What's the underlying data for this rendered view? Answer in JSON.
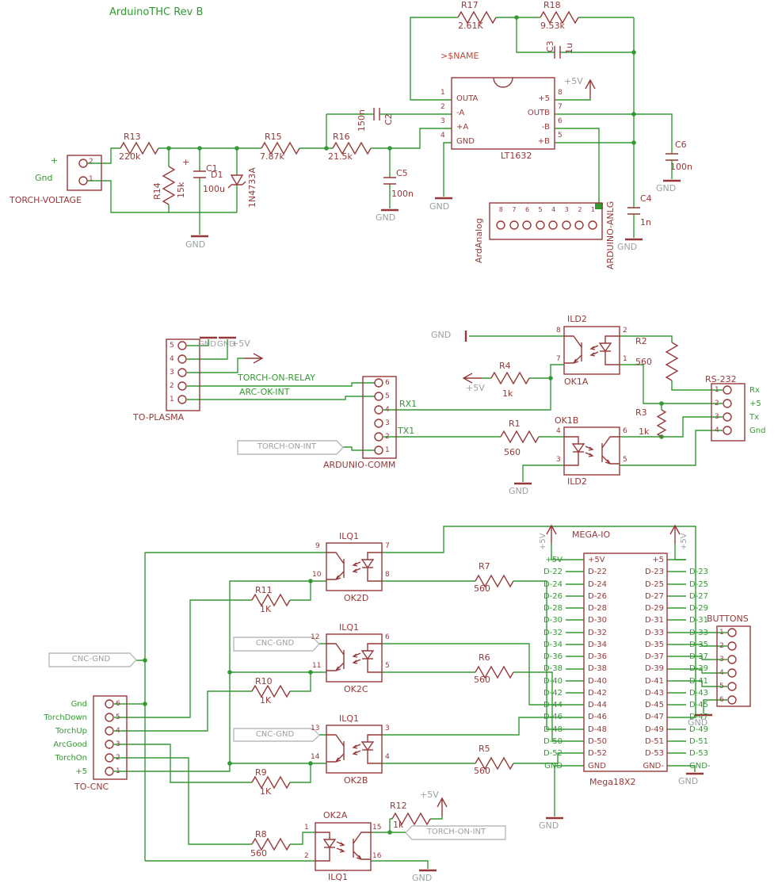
{
  "colors": {
    "green": "#339933",
    "red": "#973838",
    "tagred": "#c04737",
    "gray": "#9aa0a0",
    "flagb": "#b8bcbc"
  },
  "title": "ArduinoTHC Rev B",
  "labels": {
    "gnd": "GND",
    "plus5v": "+5V"
  },
  "top": {
    "r13": {
      "name": "R13",
      "value": "220k"
    },
    "r14": {
      "name": "R14",
      "value": "15k"
    },
    "r15": {
      "name": "R15",
      "value": "7.87k"
    },
    "r16": {
      "name": "R16",
      "value": "21.5k"
    },
    "r17": {
      "name": "R17",
      "value": "2.61K"
    },
    "r18": {
      "name": "R18",
      "value": "9.53k"
    },
    "c1": {
      "name": "C1",
      "value": "100u",
      "plus": "+"
    },
    "c2": {
      "name": "C2",
      "value": "150n"
    },
    "c3": {
      "name": "C3",
      "value": "1u"
    },
    "c4": {
      "name": "C4",
      "value": "1n"
    },
    "c5": {
      "name": "C5",
      "value": "100n"
    },
    "c6": {
      "name": "C6",
      "value": "100n"
    },
    "d1": {
      "name": "D1",
      "value": "1N4733A"
    },
    "opamp": {
      "tag": ">$NAME",
      "part": "LT1632",
      "left_pins": [
        {
          "n": "1",
          "l": "OUTA"
        },
        {
          "n": "2",
          "l": "-A"
        },
        {
          "n": "3",
          "l": "+A"
        },
        {
          "n": "4",
          "l": "GND"
        }
      ],
      "right_pins": [
        {
          "n": "8",
          "l": "+5"
        },
        {
          "n": "7",
          "l": "OUTB"
        },
        {
          "n": "6",
          "l": "-B"
        },
        {
          "n": "5",
          "l": "+B"
        }
      ]
    },
    "torch_voltage": {
      "name": "TORCH-VOLTAGE",
      "net_plus": "+",
      "net_gnd": "Gnd",
      "pins": [
        "2",
        "1"
      ]
    },
    "ard_analog": {
      "name": "ARDUINO-ANLG",
      "value": "ArdAnalog",
      "pins": [
        "8",
        "7",
        "6",
        "5",
        "4",
        "3",
        "2",
        "1"
      ]
    }
  },
  "middle": {
    "to_plasma": {
      "name": "TO-PLASMA",
      "pins": [
        "5",
        "4",
        "3",
        "2",
        "1"
      ]
    },
    "ard_comm": {
      "name": "ARDUNIO-COMM",
      "pins": [
        "6",
        "5",
        "4",
        "3",
        "2",
        "1"
      ]
    },
    "rs232": {
      "name": "RS-232",
      "pins": [
        "1",
        "2",
        "3",
        "4"
      ],
      "nets": [
        "Rx",
        "+5",
        "Tx",
        "Gnd"
      ]
    },
    "ok1a": {
      "part": "ILD2",
      "name": "OK1A",
      "pin_tl": "8",
      "pin_bl": "7",
      "pin_tr": "2",
      "pin_br": "1"
    },
    "ok1b": {
      "part": "ILD2",
      "name": "OK1B",
      "pin_tl": "4",
      "pin_bl": "3",
      "pin_tr": "6",
      "pin_br": "5"
    },
    "r1": {
      "name": "R1",
      "value": "560"
    },
    "r2": {
      "name": "R2",
      "value": "560"
    },
    "r3": {
      "name": "R3",
      "value": "1k"
    },
    "r4": {
      "name": "R4",
      "value": "1k"
    },
    "net_relay": "TORCH-ON-RELAY",
    "net_arc": "ARC-OK-INT",
    "flag_toi": "TORCH-ON-INT",
    "net_rx": "RX1",
    "net_tx": "TX1"
  },
  "bottom": {
    "to_cnc": {
      "name": "TO-CNC",
      "pins": [
        "6",
        "5",
        "4",
        "3",
        "2",
        "1"
      ],
      "nets": [
        "Gnd",
        "TorchDown",
        "TorchUp",
        "ArcGood",
        "TorchOn",
        "+5"
      ]
    },
    "buttons": {
      "name": "BUTTONS",
      "pins": [
        "1",
        "2",
        "3",
        "4",
        "5",
        "6"
      ]
    },
    "mega": {
      "name": "MEGA-IO",
      "value": "Mega18X2",
      "left_outer": [
        "+5V",
        "D-22",
        "D-24",
        "D-26",
        "D-28",
        "D-30",
        "D-32",
        "D-34",
        "D-36",
        "D-38",
        "D-40",
        "D-42",
        "D-44",
        "D-46",
        "D-48",
        "D-50",
        "D-52",
        "GND"
      ],
      "left_inner": [
        "+5V",
        "D-22",
        "D-24",
        "D-26",
        "D-28",
        "D-30",
        "D-32",
        "D-34",
        "D-36",
        "D-38",
        "D-40",
        "D-42",
        "D-44",
        "D-46",
        "D-48",
        "D-50",
        "D-52",
        "GND"
      ],
      "right_inner": [
        "+5",
        "D-23",
        "D-25",
        "D-27",
        "D-29",
        "D-31",
        "D-33",
        "D-35",
        "D-37",
        "D-39",
        "D-41",
        "D-43",
        "D-45",
        "D-47",
        "D-49",
        "D-51",
        "D-53",
        "GND-"
      ],
      "right_outer": [
        "",
        "D-23",
        "D-25",
        "D-27",
        "D-29",
        "D-31",
        "D-33",
        "D-35",
        "D-37",
        "D-39",
        "D-41",
        "D-43",
        "D-45",
        "D-47",
        "D-49",
        "D-51",
        "D-53",
        "GND-"
      ]
    },
    "ok2d": {
      "part": "ILQ1",
      "name": "OK2D",
      "pin_tl": "9",
      "pin_bl": "10",
      "pin_tr": "7",
      "pin_br": "8"
    },
    "ok2c": {
      "part": "ILQ1",
      "name": "OK2C",
      "pin_tl": "12",
      "pin_bl": "11",
      "pin_tr": "6",
      "pin_br": "5"
    },
    "ok2b": {
      "part": "ILQ1",
      "name": "OK2B",
      "pin_tl": "13",
      "pin_bl": "14",
      "pin_tr": "3",
      "pin_br": "4"
    },
    "ok2a": {
      "part": "ILQ1",
      "name": "OK2A",
      "pin_tl": "1",
      "pin_bl": "2",
      "pin_tr": "15",
      "pin_br": "16"
    },
    "r5": {
      "name": "R5",
      "value": "560"
    },
    "r6": {
      "name": "R6",
      "value": "560"
    },
    "r7": {
      "name": "R7",
      "value": "560"
    },
    "r8": {
      "name": "R8",
      "value": "560"
    },
    "r9": {
      "name": "R9",
      "value": "1K"
    },
    "r10": {
      "name": "R10",
      "value": "1K"
    },
    "r11": {
      "name": "R11",
      "value": "1K"
    },
    "r12": {
      "name": "R12",
      "value": "1k"
    },
    "flag_cnc": "CNC-GND",
    "flag_toi": "TORCH-ON-INT"
  }
}
